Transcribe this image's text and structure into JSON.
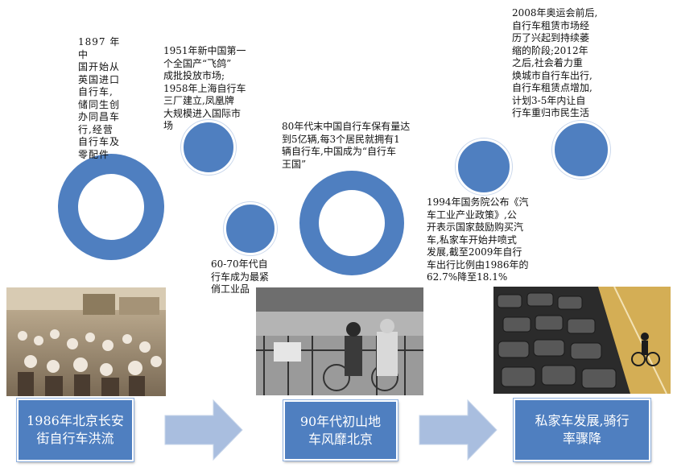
{
  "notes": {
    "n1897": "1897 年 中\n国开始从\n英国进口\n自行车,\n储同生创\n办同昌车\n行,经营\n自行车及\n零配件",
    "n1951": "1951年新中国第一\n个全国产“飞鸽”\n成批投放市场;\n1958年上海自行车\n三厂建立,凤凰牌\n大规模进入国际市\n场",
    "n6070": "60-70年代自\n行车成为最紧\n俏工业品",
    "n80s": "80年代末中国自行车保有量达\n到5亿辆,每3个居民就拥有1\n辆自行车,中国成为“自行车\n王国”",
    "n1994": "1994年国务院公布《汽\n车工业产业政策》,公\n开表示国家鼓励购买汽\n车,私家车开始井喷式\n发展,截至2009年自行\n车出行比例由1986年的\n62.7%降至18.1%",
    "n2008": "2008年奥运会前后,\n自行车租赁市场经\n历了兴起到持续萎\n缩的阶段;2012年\n之后,社会着力重\n焕城市自行车出行,\n自行车租赁点增加,\n计划3-5年内让自\n行车重归市民生活"
  },
  "boxes": {
    "b1": "1986年北京长安\n街自行车洪流",
    "b2": "90年代初山地\n车风靡北京",
    "b3": "私家车发展,骑行\n率骤降"
  },
  "colors": {
    "accent": "#4f7fc0",
    "arrow": "#a9bedf"
  }
}
